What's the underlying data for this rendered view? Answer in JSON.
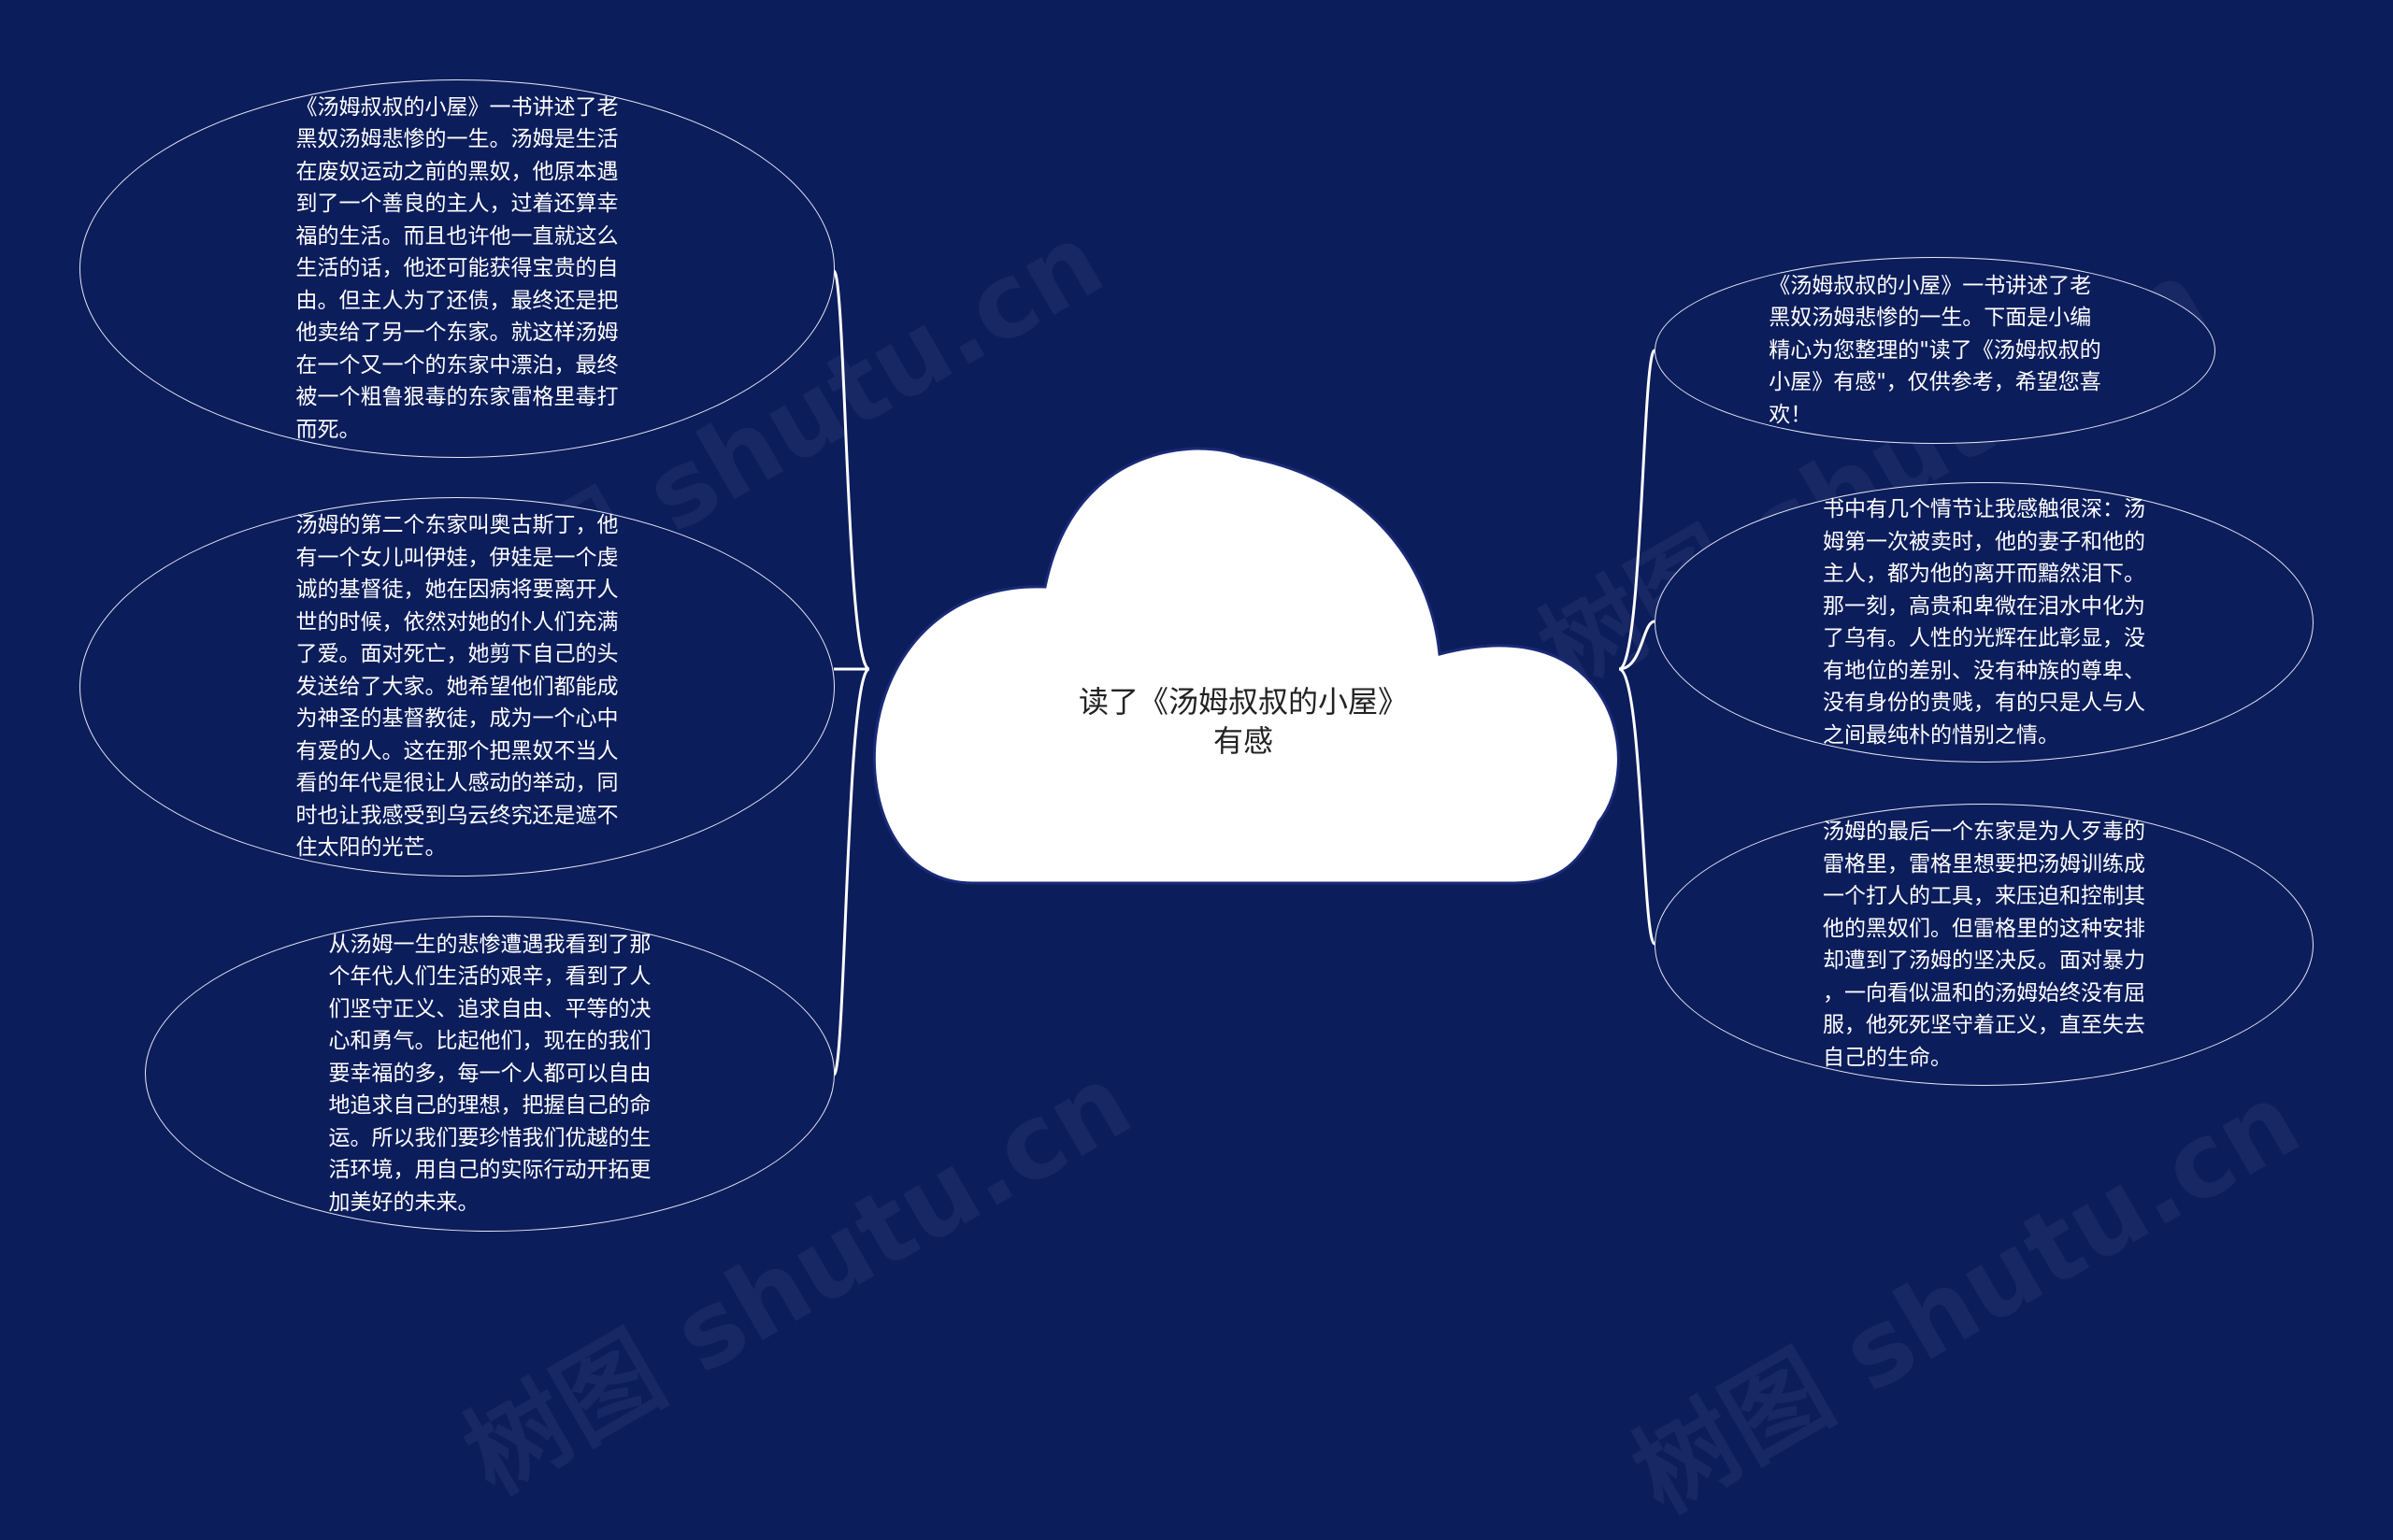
{
  "colors": {
    "background": "#0c1d5c",
    "line": "#ffffff",
    "cloud_fill": "#ffffff",
    "central_text": "#222222"
  },
  "central": {
    "text": "读了《汤姆叔叔的小屋》\n有感"
  },
  "watermark": "树图 shutu.cn",
  "left_nodes": [
    {
      "text": "《汤姆叔叔的小屋》一书讲述了老\n黑奴汤姆悲惨的一生。汤姆是生活\n在废奴运动之前的黑奴，他原本遇\n到了一个善良的主人，过着还算幸\n福的生活。而且也许他一直就这么\n生活的话，他还可能获得宝贵的自\n由。但主人为了还债，最终还是把\n他卖给了另一个东家。就这样汤姆\n在一个又一个的东家中漂泊，最终\n被一个粗鲁狠毒的东家雷格里毒打\n而死。"
    },
    {
      "text": "汤姆的第二个东家叫奥古斯丁，他\n有一个女儿叫伊娃，伊娃是一个虔\n诚的基督徒，她在因病将要离开人\n世的时候，依然对她的仆人们充满\n了爱。面对死亡，她剪下自己的头\n发送给了大家。她希望他们都能成\n为神圣的基督教徒，成为一个心中\n有爱的人。这在那个把黑奴不当人\n看的年代是很让人感动的举动，同\n时也让我感受到乌云终究还是遮不\n住太阳的光芒。"
    },
    {
      "text": "从汤姆一生的悲惨遭遇我看到了那\n个年代人们生活的艰辛，看到了人\n们坚守正义、追求自由、平等的决\n心和勇气。比起他们，现在的我们\n要幸福的多，每一个人都可以自由\n地追求自己的理想，把握自己的命\n运。所以我们要珍惜我们优越的生\n活环境，用自己的实际行动开拓更\n加美好的未来。"
    }
  ],
  "right_nodes": [
    {
      "text": "《汤姆叔叔的小屋》一书讲述了老\n黑奴汤姆悲惨的一生。下面是小编\n精心为您整理的\"读了《汤姆叔叔的\n小屋》有感\"，仅供参考，希望您喜\n欢！"
    },
    {
      "text": "书中有几个情节让我感触很深：汤\n姆第一次被卖时，他的妻子和他的\n主人，都为他的离开而黯然泪下。\n那一刻，高贵和卑微在泪水中化为\n了乌有。人性的光辉在此彰显，没\n有地位的差别、没有种族的尊卑、\n没有身份的贵贱，有的只是人与人\n之间最纯朴的惜别之情。"
    },
    {
      "text": "汤姆的最后一个东家是为人歹毒的\n雷格里，雷格里想要把汤姆训练成\n一个打人的工具，来压迫和控制其\n他的黑奴们。但雷格里的这种安排\n却遭到了汤姆的坚决反。面对暴力\n，一向看似温和的汤姆始终没有屈\n服，他死死坚守着正义，直至失去\n自己的生命。"
    }
  ]
}
